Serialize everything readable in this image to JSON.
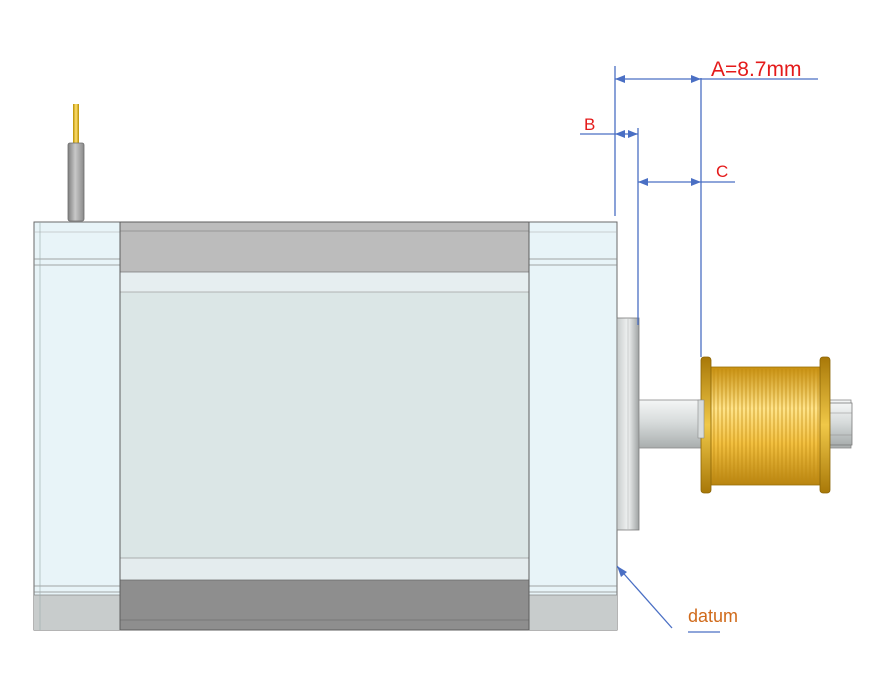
{
  "labels": {
    "dim_a": "A=8.7mm",
    "dim_b": "B",
    "dim_c": "C",
    "datum": "datum"
  },
  "colors": {
    "dimension_line": "#4a6fc4",
    "dimension_text": "#e41a1a",
    "datum_text": "#d06a1a",
    "motor_body": "#dbe6e6",
    "end_cap": "#e8f4f8",
    "rib_dark": "#8e8e8e",
    "rib_light": "#bdbdbd",
    "pulley_gold": "#e8b830",
    "shaft": "#d4d8d8",
    "wire_sheath": "#a8a8a8",
    "wire_core": "#d4a800"
  },
  "icons": [
    "stepper-motor",
    "timing-pulley",
    "lead-wire"
  ]
}
